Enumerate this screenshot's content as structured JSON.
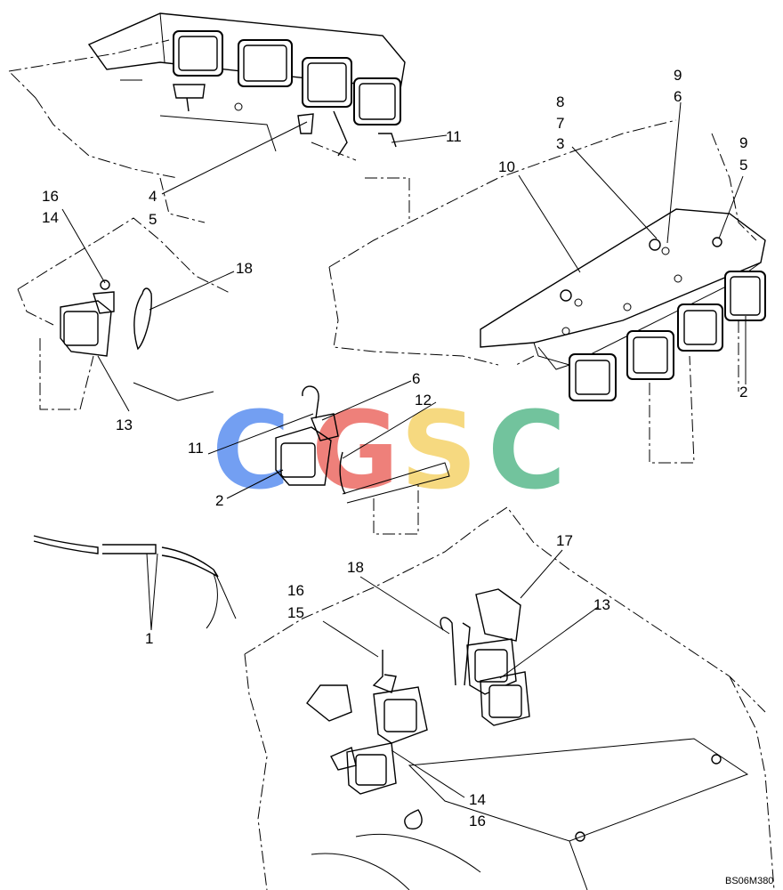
{
  "diagram": {
    "drawing_code": "BS06M380",
    "watermark": {
      "letters": [
        "C",
        "G",
        "S",
        "C"
      ],
      "colors": [
        "#5b8ff0",
        "#ec6a63",
        "#f5d36a",
        "#5ab98c"
      ]
    },
    "callouts": [
      {
        "id": "c-16a",
        "text": "16"
      },
      {
        "id": "c-14a",
        "text": "14"
      },
      {
        "id": "c-18a",
        "text": "18"
      },
      {
        "id": "c-13a",
        "text": "13"
      },
      {
        "id": "c-4",
        "text": "4"
      },
      {
        "id": "c-5a",
        "text": "5"
      },
      {
        "id": "c-11a",
        "text": "11"
      },
      {
        "id": "c-8",
        "text": "8"
      },
      {
        "id": "c-7",
        "text": "7"
      },
      {
        "id": "c-3",
        "text": "3"
      },
      {
        "id": "c-9a",
        "text": "9"
      },
      {
        "id": "c-6a",
        "text": "6"
      },
      {
        "id": "c-9b",
        "text": "9"
      },
      {
        "id": "c-5b",
        "text": "5"
      },
      {
        "id": "c-10",
        "text": "10"
      },
      {
        "id": "c-2a",
        "text": "2"
      },
      {
        "id": "c-6b",
        "text": "6"
      },
      {
        "id": "c-12",
        "text": "12"
      },
      {
        "id": "c-11b",
        "text": "11"
      },
      {
        "id": "c-2b",
        "text": "2"
      },
      {
        "id": "c-1",
        "text": "1"
      },
      {
        "id": "c-18b",
        "text": "18"
      },
      {
        "id": "c-17",
        "text": "17"
      },
      {
        "id": "c-16b",
        "text": "16"
      },
      {
        "id": "c-15",
        "text": "15"
      },
      {
        "id": "c-13b",
        "text": "13"
      },
      {
        "id": "c-14b",
        "text": "14"
      },
      {
        "id": "c-16c",
        "text": "16"
      }
    ]
  }
}
